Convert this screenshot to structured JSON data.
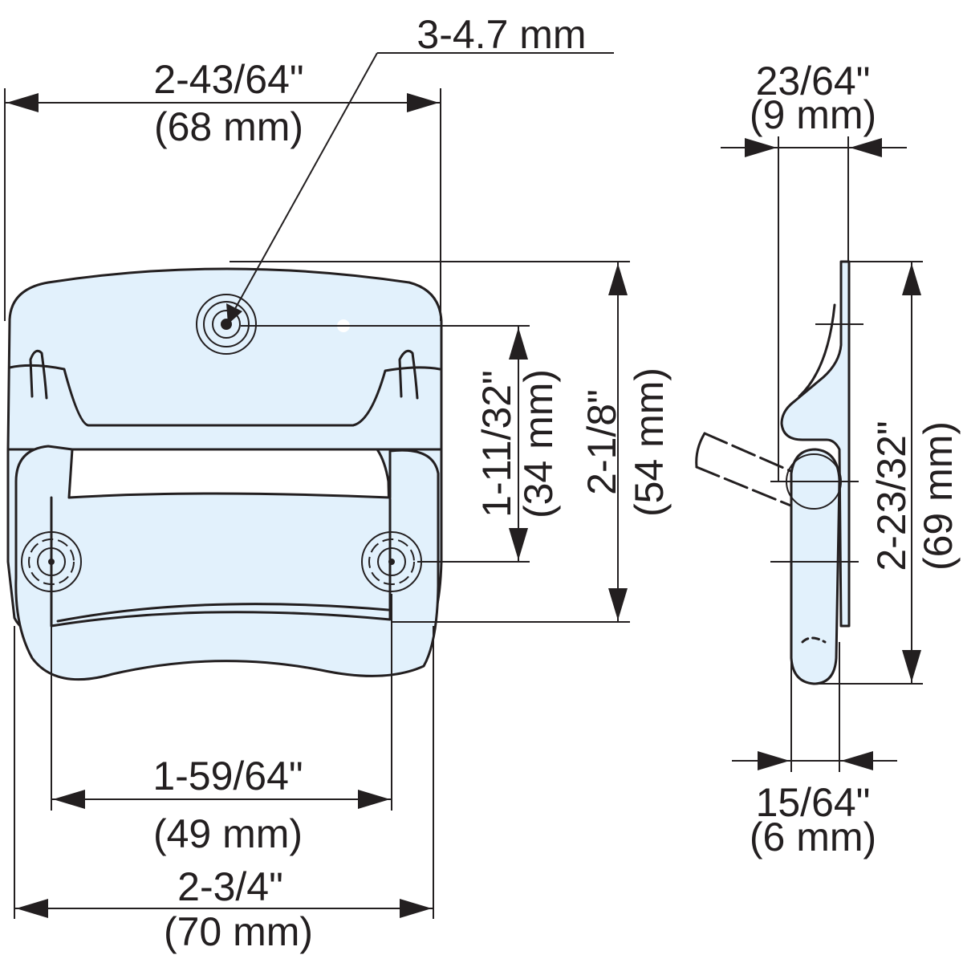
{
  "diagram": {
    "colors": {
      "part_fill": "#e2f1fc",
      "line": "#231f20",
      "background": "#ffffff"
    },
    "front_view": {
      "hole_spec": "3-4.7 mm",
      "overall_width": {
        "inch": "2-43/64\"",
        "mm": "(68 mm)"
      },
      "hole_to_pivot_height": {
        "inch": "1-11/32\"",
        "mm": "(34 mm)"
      },
      "plate_height": {
        "inch": "2-1/8\"",
        "mm": "(54 mm)"
      },
      "pivot_hole_spacing": {
        "inch": "1-59/64\"",
        "mm": "(49 mm)"
      },
      "handle_width": {
        "inch": "2-3/4\"",
        "mm": "(70 mm)"
      }
    },
    "side_view": {
      "plate_offset": {
        "inch": "23/64\"",
        "mm": "(9 mm)"
      },
      "total_height": {
        "inch": "2-23/32\"",
        "mm": "(69 mm)"
      },
      "handle_thickness": {
        "inch": "15/64\"",
        "mm": "(6 mm)"
      }
    }
  }
}
